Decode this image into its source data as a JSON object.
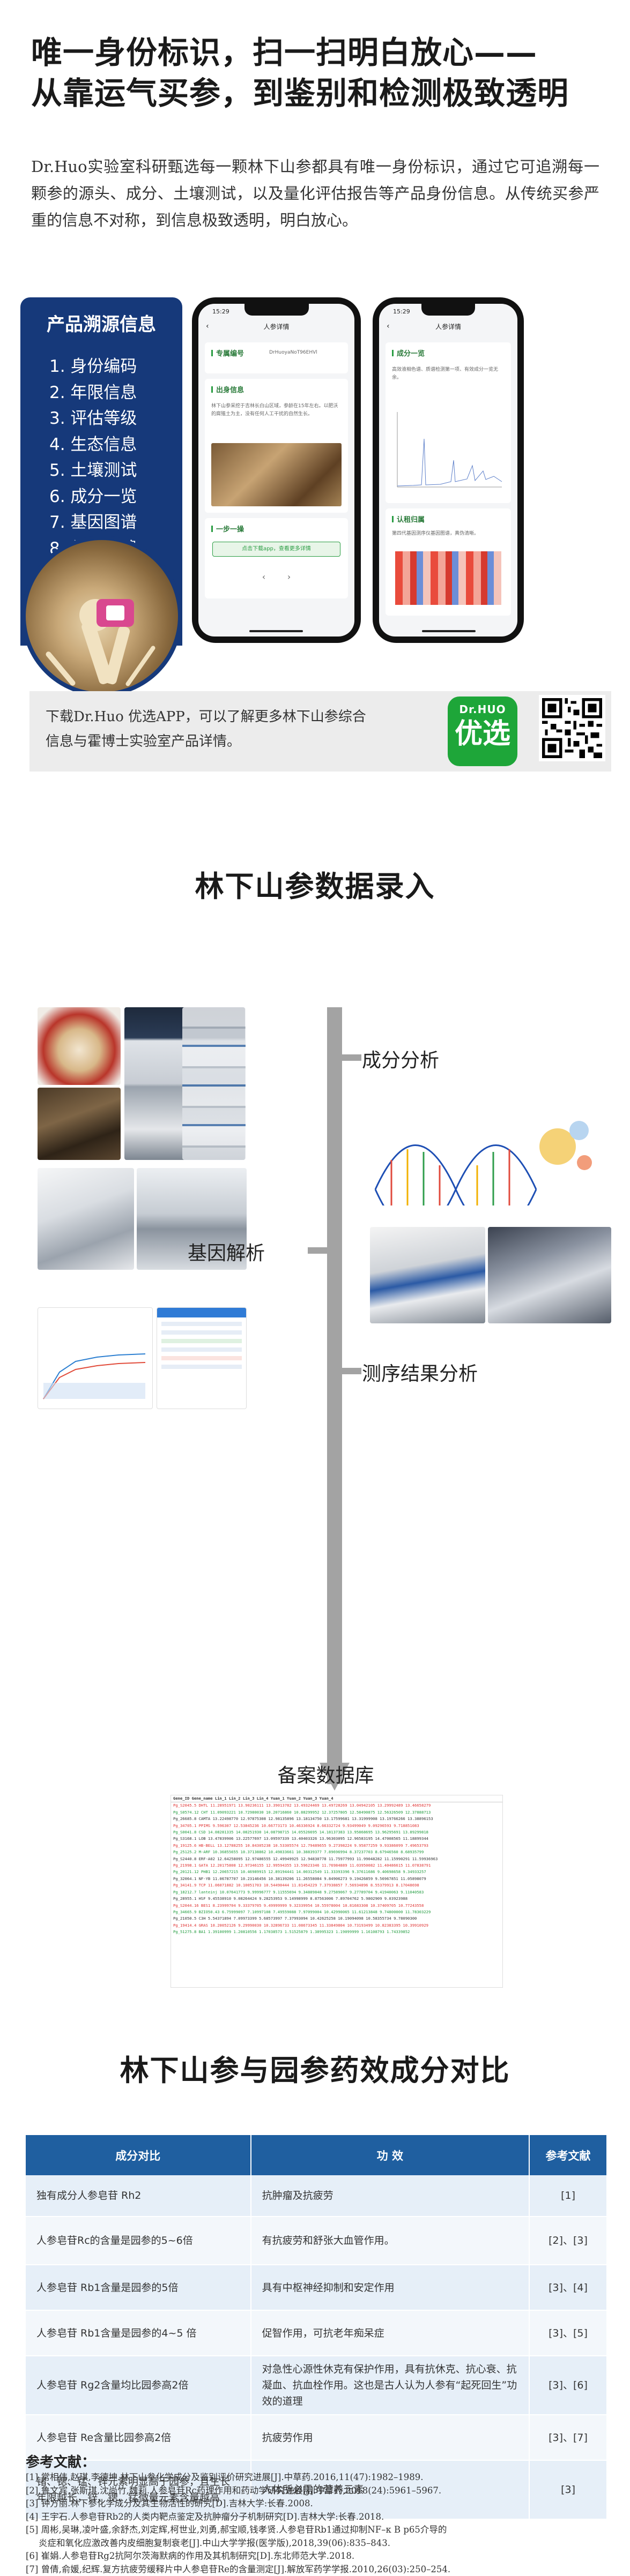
{
  "hero": {
    "title_line1": "唯一身份标识，扫一扫明白放心——",
    "title_line2": "从靠运气买参，到鉴别和检测极致透明",
    "intro": "Dr.Huo实验室科研甄选每一颗林下山参都具有唯一身份标识，通过它可追溯每一颗参的源头、成分、土壤测试，以及量化评估报告等产品身份信息。从传统买参严重的信息不对称，到信息极致透明，明白放心。"
  },
  "trace": {
    "title": "产品溯源信息",
    "items": [
      "1. 身份编码",
      "2. 年限信息",
      "3. 评估等级",
      "4. 生态信息",
      "5. 土壤测试",
      "6. 成分一览",
      "7. 基因图谱",
      "8. 信息反馈"
    ]
  },
  "phone1": {
    "time": "15:29",
    "title": "人参详情",
    "code_label": "专属编号",
    "code_value": "DrHuoyaNoT96EHVl",
    "origin_label": "出身信息",
    "origin_text": "林下山参采挖于吉林长白山区域，参龄在15年左右。以肥沃的腐殖土为主，没有任何人工干扰的自然生长。",
    "step_label": "一步一操",
    "button": "点击下载app，查看更多详情"
  },
  "phone2": {
    "time": "15:29",
    "title": "人参详情",
    "comp_label": "成分一览",
    "comp_text": "高效液相色谱、质谱检测第一项、有效成分一览无余。",
    "cert_label": "认租归属",
    "cert_text": "第四代基因测序仪基因图谱，真伪清晰。"
  },
  "banner": {
    "text": "下载Dr.Huo 优选APP，可以了解更多林下山参综合信息与霍博士实验室产品详情。",
    "logo_top": "Dr.HUO",
    "logo_main": "优选"
  },
  "section2": {
    "title": "林下山参数据录入",
    "label_comp": "成分分析",
    "label_gene": "基因解析",
    "label_seq": "测序结果分析",
    "label_db": "备案数据库"
  },
  "db": {
    "headers": "Gene_ID   Gene_name   Lin_1   Lin_2   Lin_3   Lin_4   Yuan_1   Yuan_2   Yuan_3   Yuan_4",
    "rows": [
      "Pg_S2045.5   DHTL   11.28951971  13.90236111  13.39013782  13.49324469  13.49728269  13.04942105  13.29992489  13.46658279",
      "Pg_S0574.12   CHT   11.09093221  10.72980030  10.20716860  10.88299952  12.37257805  12.58490875  12.56326509  12.37888713",
      "Pg_26685.8   CAMTA   13.22498770  12.97875308  12.98135896  13.18134750  13.17599681  13.31999908  13.19766266  13.38896153",
      "Pg_34705.1   PPIMS   9.596307  12.53845236  10.66773173  10.46336924  8.66332724  9.93499049  9.09296593  9.718851083",
      "Pg_S0041.8   CSD   14.08281335  14.08251930  14.08798715  14.05526695  14.18137383  13.95868695  13.96295691  13.89299818",
      "Pg_S3168.1   LOB   13.47839906  13.22577697  13.09597339  13.40403326  13.96303095  12.96583195  14.47008565  11.18899344",
      "Pg_19125.6   HB-BELL   13.12788255  10.84305238  10.53305574  12.79489655  9.27398224  9.95877259  9.93386099  7.49653793",
      "Pg_25125.2   M-ARF   10.36855655  10.37138862  10.49833661  10.38839377  7.89696994  8.37237703  8.67946560  8.68935799",
      "Pg_S2440.8   ERF-A02   12.64258095  12.97486555  12.49949925  12.94830778  11.75977993  11.99048282  11.15990291  11.59936963",
      "Pg_21998.1   GATA   12.20175808  12.97346155  12.99594355  13.59623346  11.76984889  11.03950082  11.40486615  11.07838791",
      "Pg_20121.12   PHB1   12.20657215  10.46989915  12.89194441  14.00312549  11.33393396  9.37611686  9.40698658  9.34933257",
      "Pg_32064.1   NF-YB   11.06787707  10.23146456  10.38139206  11.26558084  9.84906273  9.19426859  9.56967851  11.05898079",
      "Pg_34141.9   TCP   11.06071882  10.10051703  10.54490444  11.81454229  7.37938857  7.56934896  8.55379913  8.17048698",
      "Pg_18212.7   lanteinj   10.07641773  9.99996777  9.11555694  9.34889848  9.27589067  9.27789704  9.41940063  9.11040583",
      "Pg_28955.1   HSF   9.45538910  9.08264424  9.28253953  9.14998999  8.87563006  7.89704762  5.9802909  9.03923988",
      "Pg_S2044.16   BES1   8.23999704  9.33379705  9.49999999  9.32339954  10.55978004  10.81683308  10.37409705  10.77243558",
      "Pg_34665.9   BZIO50.43   6.75999097  7.10997108  7.49559088  7.97099004  10.42990065  11.61213848  9.74800000  11.78303229",
      "Pg_21050.5   C3H   5.54371894  7.09973399  5.68573997  7.37993094  10.42625258  10.19094098  10.58355734  9.78090300",
      "Pg_19414.4   GRAS   10.20052126  9.29990030  10.32896733  11.08673345  11.33849804  10.73193499  10.82383395  10.39910929",
      "Pg_51275.8   BA1   1.39100999  1.20810556  1.17038573  1.51525879  1.38995323  1.19099999  1.16108793  1.74339852"
    ]
  },
  "section3": {
    "title": "林下山参与园参药效成分对比",
    "columns": [
      "成分对比",
      "功  效",
      "参考文献"
    ],
    "rows": [
      {
        "component": "独有成分人参皂苷 Rh2",
        "effect": "抗肿瘤及抗疲劳",
        "ref": "[1]"
      },
      {
        "component": "人参皂苷Rc的含量是园参的5~6倍",
        "effect": "有抗疲劳和舒张大血管作用。",
        "ref": "[2]、[3]"
      },
      {
        "component": "人参皂苷 Rb1含量是园参的5倍",
        "effect": "具有中枢神经抑制和安定作用",
        "ref": "[3]、[4]"
      },
      {
        "component": "人参皂苷 Rb1含量是园参的4~5 倍",
        "effect": "促智作用，可抗老年痴呆症",
        "ref": "[3]、[5]"
      },
      {
        "component": "人参皂苷 Rg2含量均比园参高2倍",
        "effect": "对急性心源性休克有保护作用，具有抗休克、抗心衰、抗凝血、抗血栓作用。这也是古人认为人参有“起死回生”功效的道理",
        "ref": "[3]、[6]"
      },
      {
        "component": "人参皂苷 Re含量比园参高2倍",
        "effect": "抗疲劳作用",
        "ref": "[3]、[7]"
      },
      {
        "component": "锗、锶、锰、锌元素明显高于园参，且生长年限越长，锌、锶、锰微量元素含量越高",
        "effect": "人体所必需的营养元素",
        "ref": "[3]"
      }
    ],
    "refs_title": "参考文献：",
    "refs": [
      "[1] 常相伟,赵琪,李德坤.林下山参化学成分及鉴别评价研究进展[J].中草药.2016,11(47):1982–1989.",
      "[2] 鲁文宾,张斯琪,沈尚竹,魏莉.人参皂苷Rc药理作用和药动学研究进展[J].中草药,2018(24):5961–5967.",
      "[3] 钟方丽.林下参化学成分及其生物活性的研究[D].吉林大学:长春.2008.",
      "[4] 王宇石.人参皂苷Rb2的人类内靶点鉴定及抗肿瘤分子机制研究[D].吉林大学:长春.2018.",
      "[5] 周彬,吴琳,凌叶盛,余舒杰,刘定辉,柯世业,刘勇,郝宝顺,钱孝贤.人参皂苷Rb1通过抑制NF–κ B p65介导的",
      "炎症和氧化应激改善内皮细胞复制衰老[J].中山大学学报(医学版),2018,39(06):835–843.",
      "[6] 崔娟.人参皂苷Rg2抗阿尔茨海默病的作用及其机制研究[D].东北师范大学.2018.",
      "[7] 曾倩,俞媛,纪辉.复方抗疲劳缓释片中人参皂苷Re的含量测定[J].解放军药学学报.2010,26(03):250–254."
    ]
  },
  "colors": {
    "navy": "#16397a",
    "green": "#1ea639",
    "table_header": "#1f5fa0",
    "timeline": "#a3a3a3"
  }
}
